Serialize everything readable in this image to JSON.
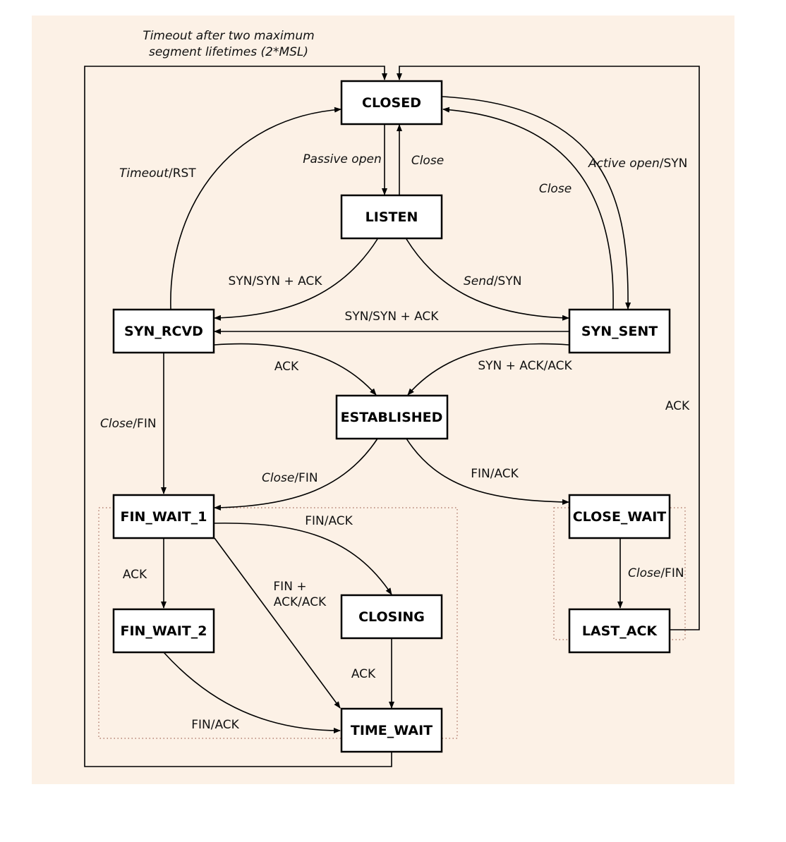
{
  "states": {
    "closed": "CLOSED",
    "listen": "LISTEN",
    "syn_rcvd": "SYN_RCVD",
    "syn_sent": "SYN_SENT",
    "established": "ESTABLISHED",
    "fin_wait_1": "FIN_WAIT_1",
    "fin_wait_2": "FIN_WAIT_2",
    "closing": "CLOSING",
    "time_wait": "TIME_WAIT",
    "close_wait": "CLOSE_WAIT",
    "last_ack": "LAST_ACK"
  },
  "labels": {
    "timeout_line1": "Timeout after two maximum",
    "timeout_line2": "segment lifetimes (2*MSL)",
    "passive_open": "Passive open",
    "close_listen": "Close",
    "timeout_word": "Timeout",
    "rst": "/RST",
    "active_open_word": "Active open",
    "active_open_syn": "/SYN",
    "close_synsent": "Close",
    "syn_synack_listen": "SYN/SYN + ACK",
    "send_word": "Send",
    "send_syn": "/SYN",
    "syn_synack_cross": "SYN/SYN + ACK",
    "ack_synrcvd": "ACK",
    "synack_ack": "SYN + ACK/ACK",
    "close_fin_synrcvd_word": "Close",
    "close_fin_synrcvd_fin": "/FIN",
    "ack_lastack": "ACK",
    "close_fin_est_word": "Close",
    "close_fin_est_fin": "/FIN",
    "fin_ack_est": "FIN/ACK",
    "fin_ack_fw1": "FIN/ACK",
    "ack_fw1": "ACK",
    "fin_plus": "FIN +",
    "ack_ack": "ACK/ACK",
    "ack_closing": "ACK",
    "fin_ack_fw2": "FIN/ACK",
    "close_fin_cw_word": "Close",
    "close_fin_cw_fin": "/FIN"
  }
}
